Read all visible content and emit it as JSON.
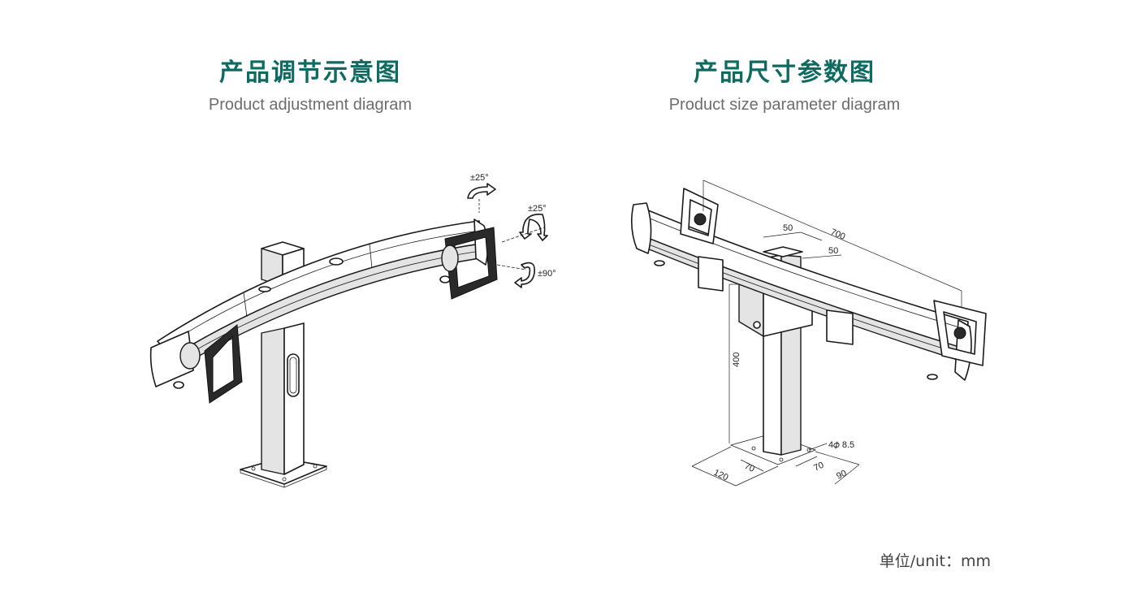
{
  "left_panel": {
    "title": "产品调节示意图",
    "subtitle": "Product adjustment diagram",
    "angle_labels": {
      "swivel": "±25°",
      "tilt": "±25°",
      "rotate": "±90°"
    }
  },
  "right_panel": {
    "title": "产品尺寸参数图",
    "subtitle": "Product size parameter diagram",
    "dimensions": {
      "arm_length": "700",
      "post_width_a": "50",
      "post_width_b": "50",
      "height": "400",
      "base_inner_a": "70",
      "base_inner_b": "70",
      "base_depth": "120",
      "base_width": "90",
      "holes": "4𝜙 8.5"
    }
  },
  "unit_note": "单位/unit：mm"
}
